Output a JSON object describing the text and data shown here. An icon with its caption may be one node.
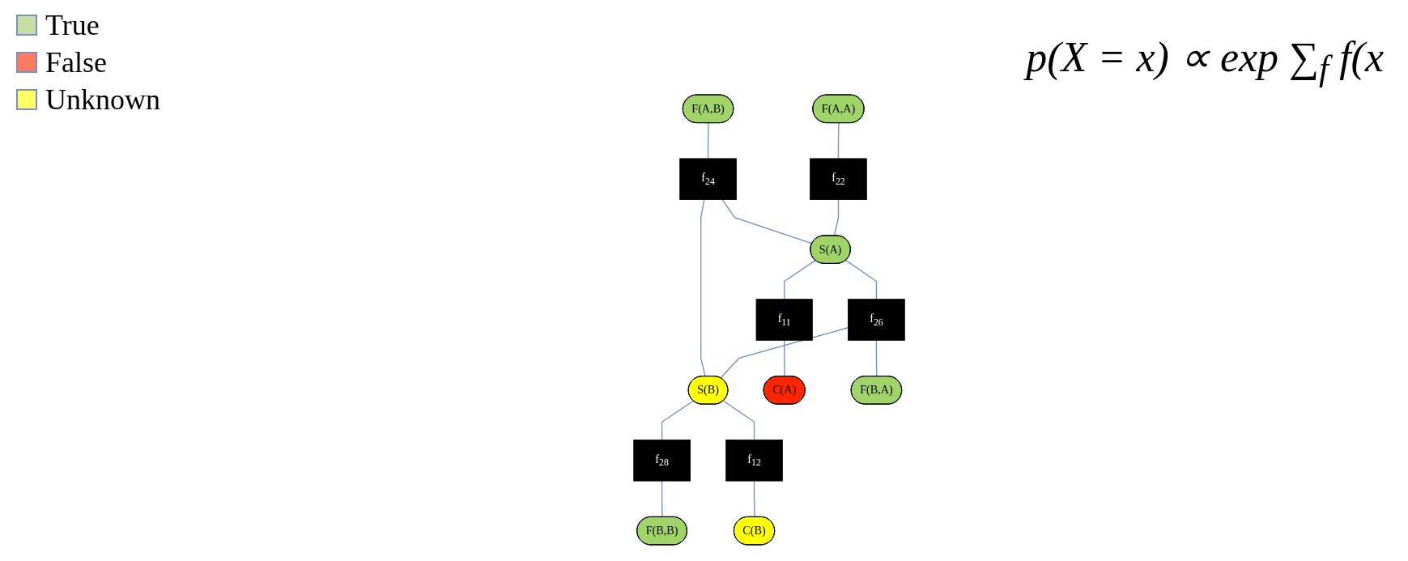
{
  "diagram": {
    "nodes": [
      {
        "text": [
          "F(A,B)"
        ]
      },
      {
        "text": [
          "f$_{24}$"
        ]
      },
      {
        "text": [
          "F(A,A)"
        ]
      },
      {
        "text": [
          "f$_{22}$"
        ]
      },
      {
        "text": [
          "S(A)"
        ]
      },
      {
        "text": [
          "S(B)"
        ]
      },
      {
        "text": [
          "f$_{28}$"
        ]
      },
      {
        "text": [
          "F(B,B)"
        ]
      },
      {
        "text": [
          "f$_{11}$"
        ]
      },
      {
        "text": [
          "f$_{26}$"
        ]
      },
      {
        "text": [
          "f$_{12}$"
        ]
      },
      {
        "text": [
          "C(A)"
        ]
      },
      {
        "text": [
          "F(B,A)"
        ]
      },
      {
        "text": [
          "C(B)"
        ]
      }
    ],
    "edges": [
      {
        "from": 0,
        "to": 1,
        "arrow": "none"
      },
      {
        "from": 1,
        "to": 4,
        "arrow": "none"
      },
      {
        "from": 1,
        "to": 5,
        "arrow": "none"
      },
      {
        "from": 2,
        "to": 3,
        "arrow": "none"
      },
      {
        "from": 3,
        "to": 4,
        "arrow": "none"
      },
      {
        "from": 5,
        "to": 6,
        "arrow": "none"
      },
      {
        "from": 6,
        "to": 7,
        "arrow": "none"
      },
      {
        "from": 4,
        "to": 8,
        "arrow": "none"
      },
      {
        "from": 8,
        "to": 11,
        "arrow": "none"
      },
      {
        "from": 4,
        "to": 9,
        "arrow": "none"
      },
      {
        "from": 9,
        "to": 5,
        "arrow": "none"
      },
      {
        "from": 9,
        "to": 12,
        "arrow": "none"
      },
      {
        "from": 5,
        "to": 10,
        "arrow": "none"
      },
      {
        "from": 10,
        "to": 13,
        "arrow": "none"
      }
    ],
    "labels": [
      "p(X = x) ∝ exp ∑$_{f}$ f(x"
    ],
    "legend": [
      {
        "text": "True",
        "color": "#c6e0a4"
      },
      {
        "text": "False",
        "color": "#ff7b63"
      },
      {
        "text": "Unknown",
        "color": "#ffff66"
      }
    ]
  }
}
